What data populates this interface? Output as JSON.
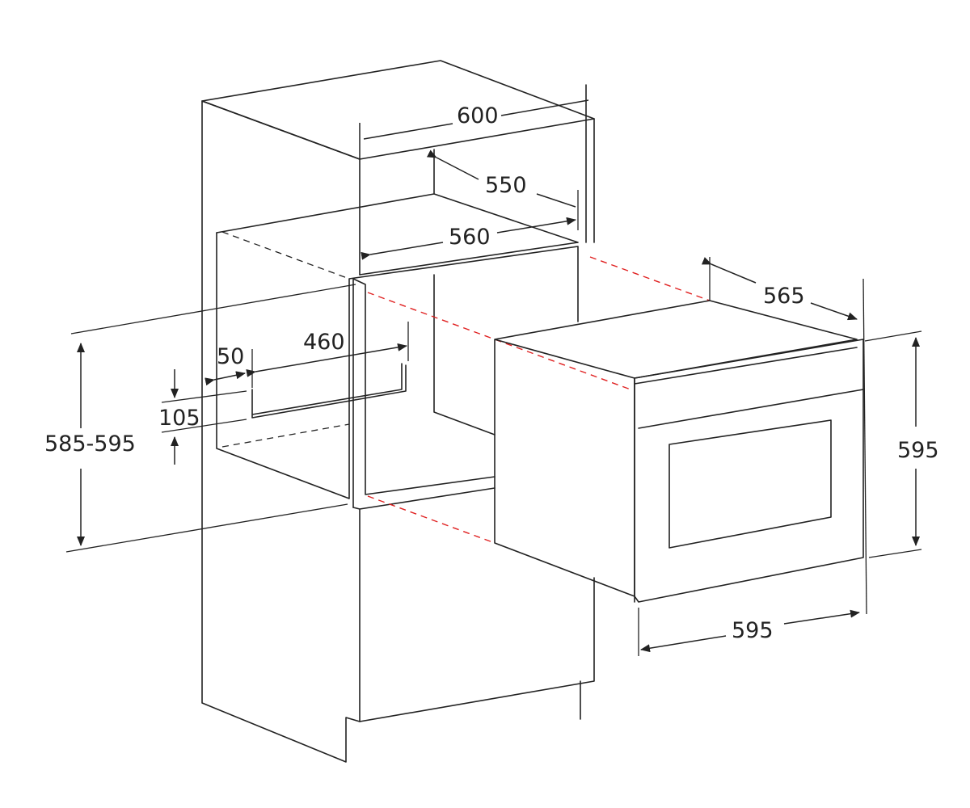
{
  "dimensions": {
    "cabinet_width": "600",
    "cabinet_depth": "550",
    "niche_width": "560",
    "oven_depth": "565",
    "cutout_width": "460",
    "cutout_offset": "50",
    "cutout_height": "105",
    "niche_height": "585-595",
    "oven_height": "595",
    "oven_width": "595"
  },
  "colors": {
    "line": "#222222",
    "projection": "#e02020",
    "background": "#ffffff"
  }
}
